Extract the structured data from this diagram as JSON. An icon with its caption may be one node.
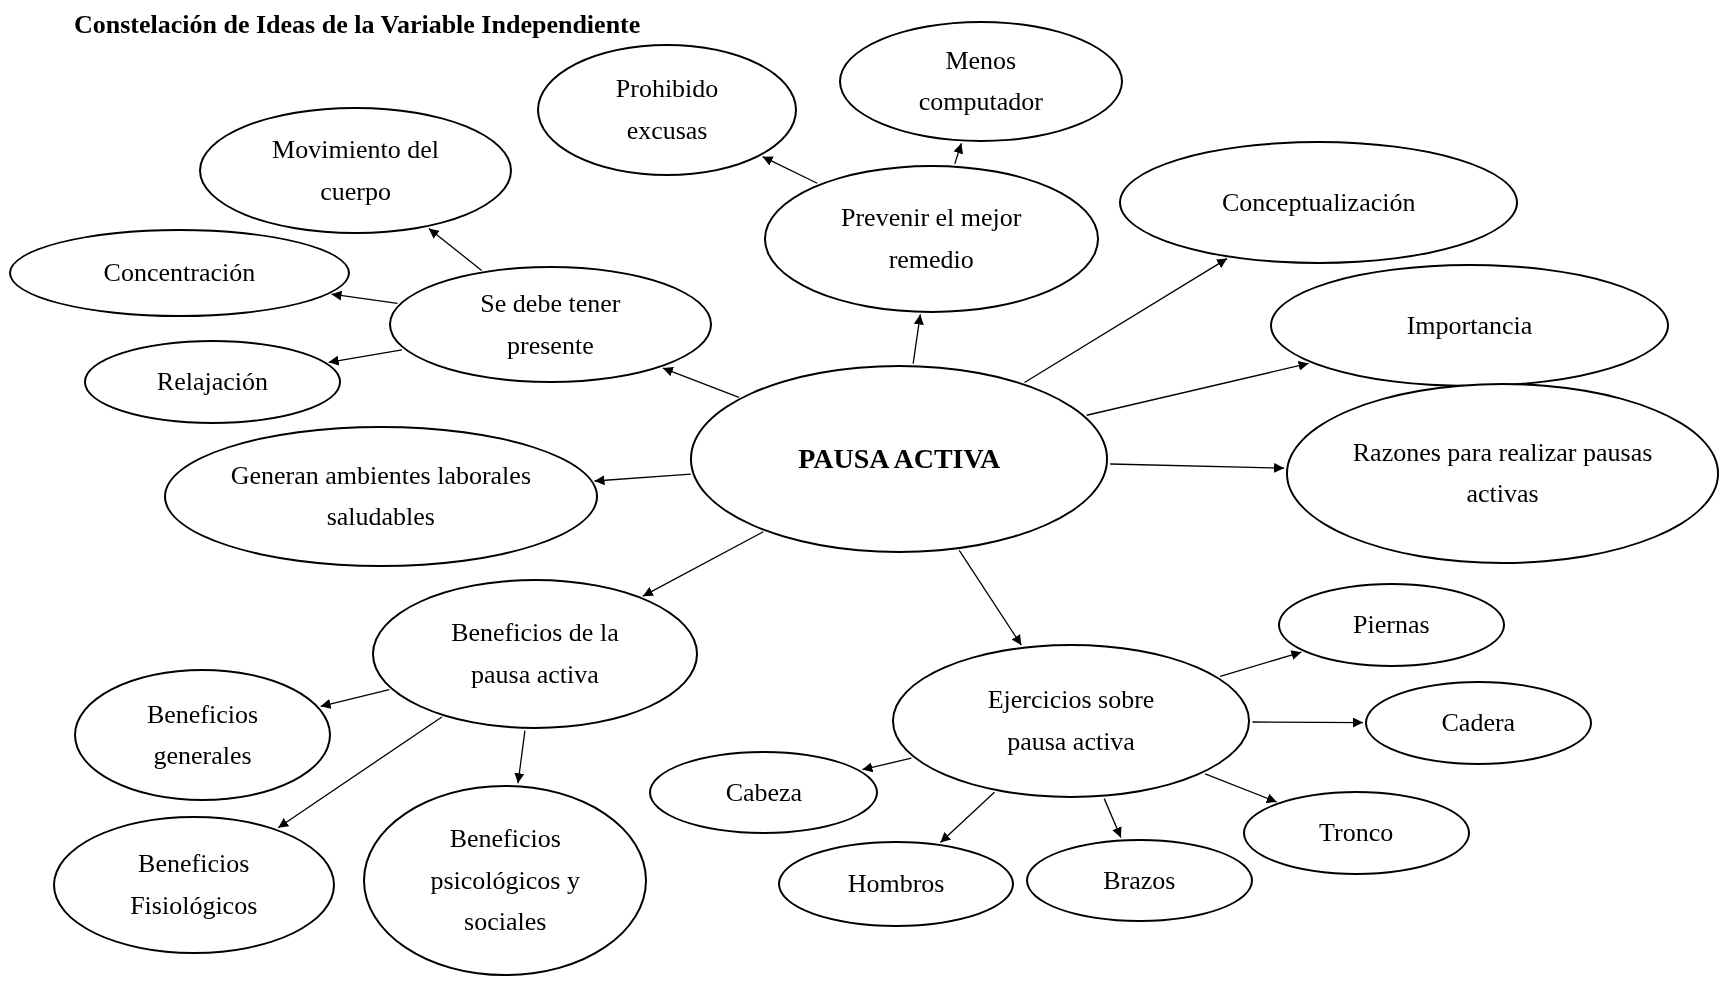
{
  "diagram": {
    "title": "Constelación de Ideas de la Variable Independiente",
    "nodes": [
      {
        "text": [
          "PAUSA ACTIVA"
        ]
      },
      {
        "text": [
          "Se debe tener presente"
        ]
      },
      {
        "text": [
          "Movimiento del cuerpo"
        ]
      },
      {
        "text": [
          "Concentración"
        ]
      },
      {
        "text": [
          "Relajación"
        ]
      },
      {
        "text": [
          "Prevenir el mejor remedio"
        ]
      },
      {
        "text": [
          "Prohibido excusas"
        ]
      },
      {
        "text": [
          "Menos computador"
        ]
      },
      {
        "text": [
          "Conceptualización"
        ]
      },
      {
        "text": [
          "Importancia"
        ]
      },
      {
        "text": [
          "Razones para realizar pausas activas"
        ]
      },
      {
        "text": [
          "Generan ambientes laborales saludables"
        ]
      },
      {
        "text": [
          "Beneficios de la pausa activa"
        ]
      },
      {
        "text": [
          "Beneficios generales"
        ]
      },
      {
        "text": [
          "Beneficios Fisiológicos"
        ]
      },
      {
        "text": [
          "Beneficios psicológicos y sociales"
        ]
      },
      {
        "text": [
          "Ejercicios sobre pausa activa"
        ]
      },
      {
        "text": [
          "Piernas"
        ]
      },
      {
        "text": [
          "Cadera"
        ]
      },
      {
        "text": [
          "Tronco"
        ]
      },
      {
        "text": [
          "Brazos"
        ]
      },
      {
        "text": [
          "Hombros"
        ]
      },
      {
        "text": [
          "Cabeza"
        ]
      }
    ],
    "edges": [
      {
        "from": 0,
        "to": 1,
        "arrow": "to"
      },
      {
        "from": 1,
        "to": 2,
        "arrow": "to"
      },
      {
        "from": 1,
        "to": 3,
        "arrow": "to"
      },
      {
        "from": 1,
        "to": 4,
        "arrow": "to"
      },
      {
        "from": 0,
        "to": 5,
        "arrow": "to"
      },
      {
        "from": 5,
        "to": 6,
        "arrow": "to"
      },
      {
        "from": 5,
        "to": 7,
        "arrow": "to"
      },
      {
        "from": 0,
        "to": 8,
        "arrow": "to"
      },
      {
        "from": 0,
        "to": 9,
        "arrow": "to"
      },
      {
        "from": 0,
        "to": 10,
        "arrow": "to"
      },
      {
        "from": 0,
        "to": 11,
        "arrow": "to"
      },
      {
        "from": 0,
        "to": 12,
        "arrow": "to"
      },
      {
        "from": 12,
        "to": 13,
        "arrow": "to"
      },
      {
        "from": 12,
        "to": 14,
        "arrow": "to"
      },
      {
        "from": 12,
        "to": 15,
        "arrow": "to"
      },
      {
        "from": 0,
        "to": 16,
        "arrow": "to"
      },
      {
        "from": 16,
        "to": 17,
        "arrow": "to"
      },
      {
        "from": 16,
        "to": 18,
        "arrow": "to"
      },
      {
        "from": 16,
        "to": 19,
        "arrow": "to"
      },
      {
        "from": 16,
        "to": 20,
        "arrow": "to"
      },
      {
        "from": 16,
        "to": 21,
        "arrow": "to"
      },
      {
        "from": 16,
        "to": 22,
        "arrow": "to"
      }
    ]
  }
}
